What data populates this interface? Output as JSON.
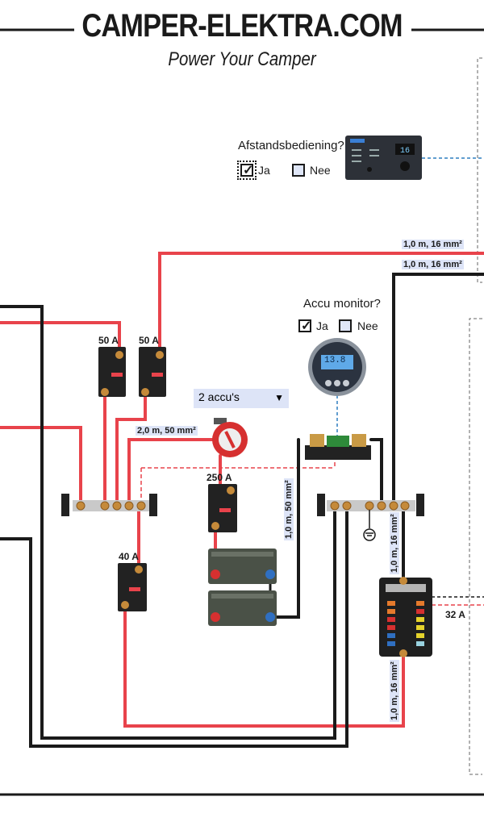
{
  "header": {
    "title": "CAMPER-ELEKTRA.COM",
    "subtitle": "Power Your Camper"
  },
  "remote": {
    "question": "Afstandsbediening?",
    "option_yes": "Ja",
    "option_no": "Nee",
    "selected": "Ja"
  },
  "battery_monitor": {
    "question": "Accu monitor?",
    "option_yes": "Ja",
    "option_no": "Nee",
    "selected": "Ja",
    "display": "13.8"
  },
  "battery_select": {
    "value": "2 accu's",
    "caret": "chevron-down-icon"
  },
  "cables": {
    "top_red": "1,0 m, 16 mm²",
    "top_black": "1,0 m, 16 mm²",
    "switch_red": "2,0 m, 50 mm²",
    "shunt_black": "1,0 m, 50 mm²",
    "fusebox_in": "1,0 m, 16 mm²",
    "fusebox_out": "1,0 m, 16 mm²"
  },
  "fuses": {
    "breaker_1": "50 A",
    "breaker_2": "50 A",
    "breaker_main": "250 A",
    "breaker_3": "40 A",
    "fusebox_out": "32 A"
  },
  "colors": {
    "red_wire": "#e8434b",
    "black_wire": "#1a1a1a",
    "blue_dashed": "#2f7fc1",
    "busbar": "#c9c9c9",
    "accent_box": "#dde4f7"
  }
}
